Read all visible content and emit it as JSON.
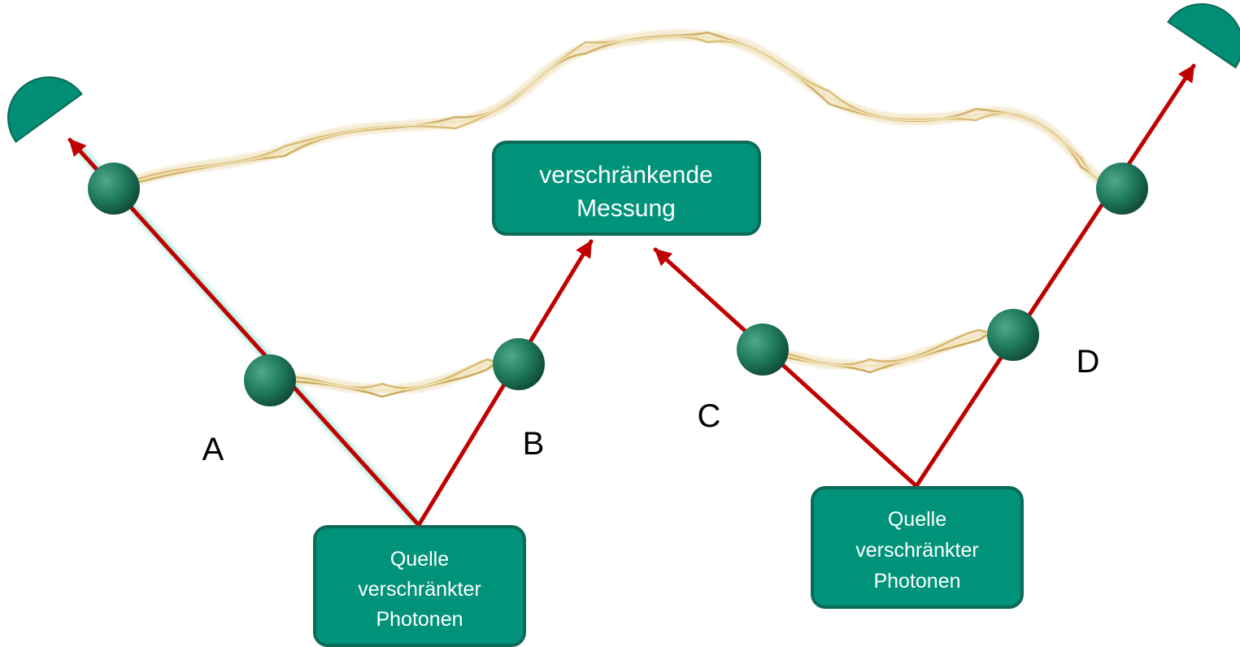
{
  "colors": {
    "box_fill": "#00937A",
    "box_stroke": "#0C6A58",
    "arrow": "#C00000",
    "photon": "#1F7A5E",
    "photon_dark": "#0F4A38",
    "entanglement": "#E3C98A",
    "detector": "#008F74",
    "glow": "#7ED9C8"
  },
  "labels": {
    "a": "A",
    "b": "B",
    "c": "C",
    "d": "D"
  },
  "boxes": {
    "measurement": {
      "line1": "verschränkende",
      "line2": "Messung"
    },
    "source_left": {
      "line1": "Quelle",
      "line2": "verschränkter",
      "line3": "Photonen"
    },
    "source_right": {
      "line1": "Quelle",
      "line2": "verschränkter",
      "line3": "Photonen"
    }
  },
  "icons": {
    "detector": "half-disc-detector-icon",
    "photon": "sphere-photon-icon"
  }
}
